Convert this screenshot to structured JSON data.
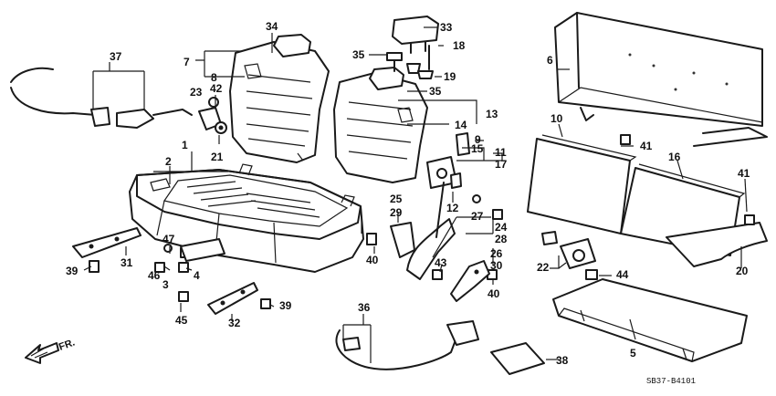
{
  "callouts": {
    "c1": "1",
    "c2": "2",
    "c3": "3",
    "c4": "4",
    "c5": "5",
    "c6": "6",
    "c7": "7",
    "c8": "8",
    "c9": "9",
    "c10": "10",
    "c11": "11",
    "c12": "12",
    "c13": "13",
    "c14": "14",
    "c15": "15",
    "c16": "16",
    "c17": "17",
    "c18": "18",
    "c19": "19",
    "c20": "20",
    "c21": "21",
    "c22": "22",
    "c23": "23",
    "c24": "24",
    "c25": "25",
    "c26": "26",
    "c27": "27",
    "c28": "28",
    "c29": "29",
    "c30": "30",
    "c31": "31",
    "c32": "32",
    "c33": "33",
    "c34": "34",
    "c35a": "35",
    "c35b": "35",
    "c36": "36",
    "c37": "37",
    "c38": "38",
    "c39a": "39",
    "c39b": "39",
    "c40a": "40",
    "c40b": "40",
    "c41a": "41",
    "c41b": "41",
    "c42": "42",
    "c43": "43",
    "c44": "44",
    "c45": "45",
    "c46": "46",
    "c47": "47"
  },
  "direction_label": "FR.",
  "diagram_code": "SB37-B4101"
}
